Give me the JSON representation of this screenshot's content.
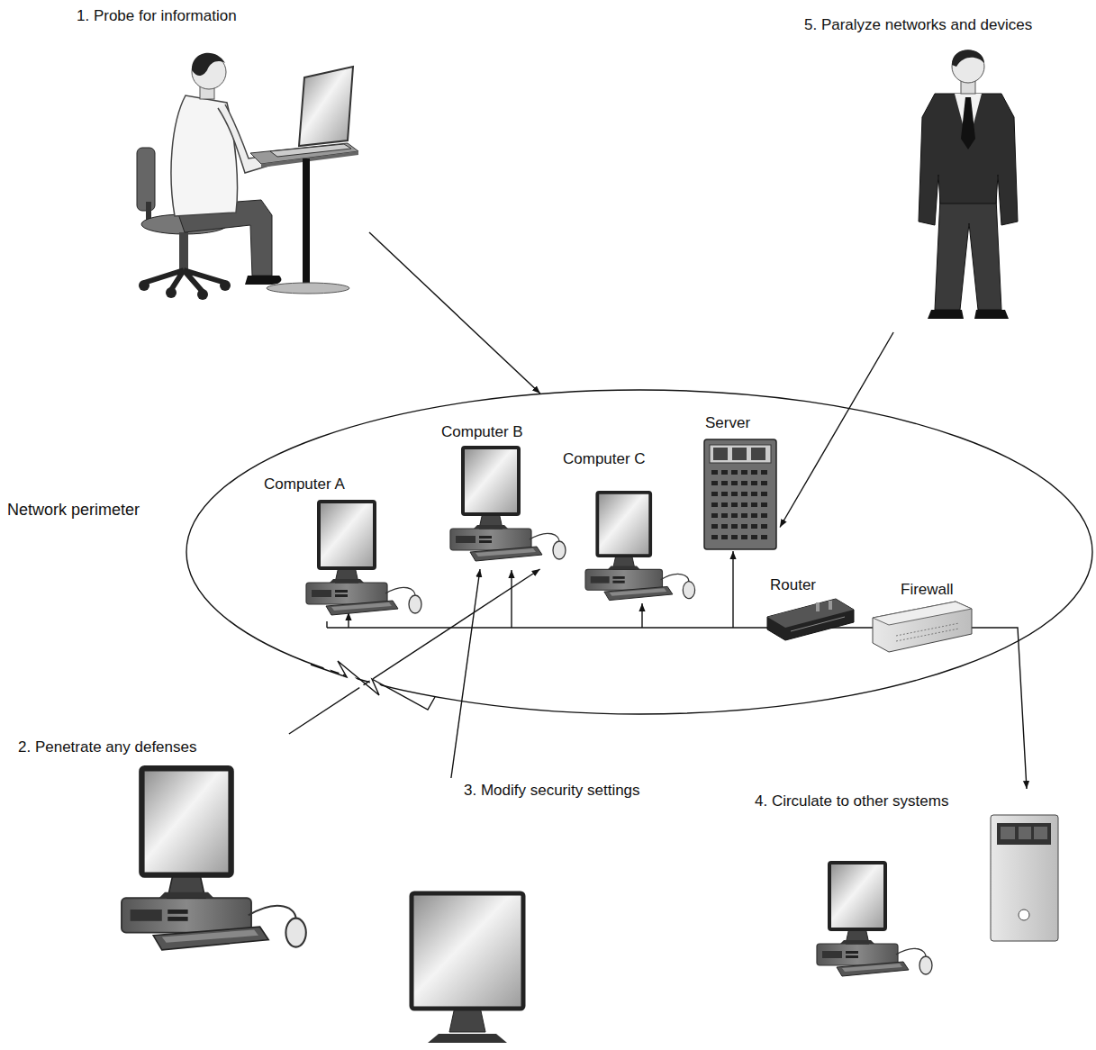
{
  "diagram": {
    "nodes": [
      {
        "text": [
          "1. Probe for information"
        ]
      },
      {
        "text": [
          "5. Paralyze networks and devices"
        ]
      },
      {
        "text": [
          "Network perimeter"
        ]
      },
      {
        "text": [
          "Computer A"
        ],
        "in": 2
      },
      {
        "text": [
          "Computer B"
        ],
        "in": 2
      },
      {
        "text": [
          "Computer C"
        ],
        "in": 2
      },
      {
        "text": [
          "Server"
        ],
        "in": 2
      },
      {
        "text": [
          "Router"
        ],
        "in": 2
      },
      {
        "text": [
          "Firewall"
        ],
        "in": 2
      },
      {
        "text": [
          "2. Penetrate any defenses"
        ]
      },
      {
        "text": [
          "3. Modify security settings"
        ]
      },
      {
        "text": [
          "4. Circulate to other systems"
        ]
      }
    ],
    "edges": [
      {
        "from": 0,
        "to": 2,
        "arrow": "to"
      },
      {
        "from": 1,
        "to": 6,
        "arrow": "to"
      },
      {
        "from": 9,
        "to": 4,
        "arrow": "to"
      },
      {
        "from": 10,
        "to": 4,
        "arrow": "to"
      },
      {
        "from": 8,
        "to": 11,
        "arrow": "to"
      }
    ]
  }
}
